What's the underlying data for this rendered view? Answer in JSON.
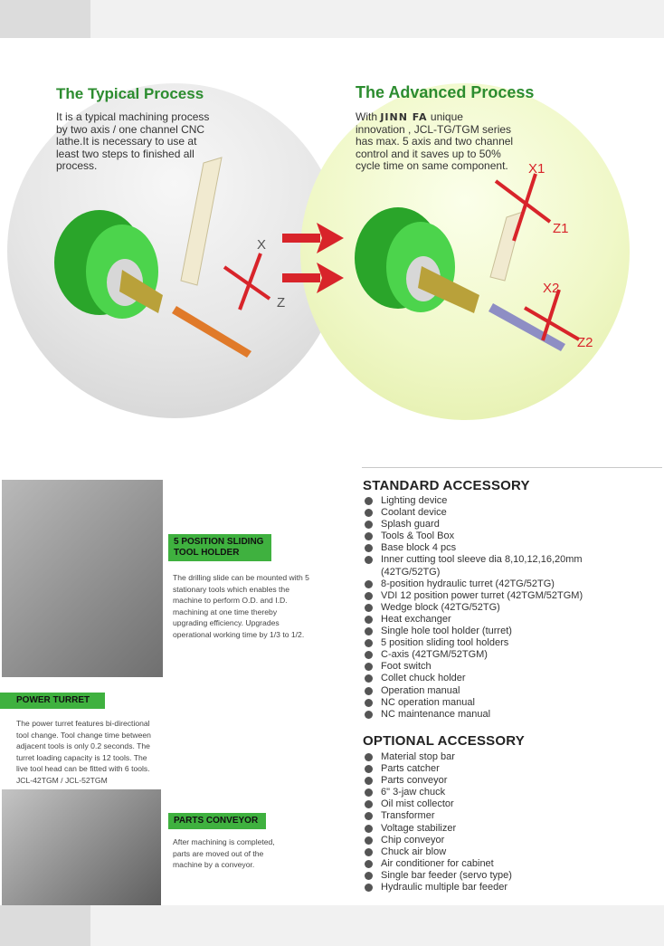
{
  "typical": {
    "title": "The Typical Process",
    "text": "It is a typical machining process by two axis / one channel CNC lathe.It is necessary to use at least two steps to finished all process.",
    "axis_x": "X",
    "axis_z": "Z"
  },
  "advanced": {
    "title": "The Advanced Process",
    "text_prefix": "With",
    "brand": "JINN FA",
    "text_suffix": "unique innovation , JCL-TG/TGM series has max. 5 axis and two channel control and it saves up to 50% cycle time on same component.",
    "axis_x1": "X1",
    "axis_z1": "Z1",
    "axis_x2": "X2",
    "axis_z2": "Z2"
  },
  "features": {
    "sliding": {
      "title_line1": "5 POSITION SLIDING",
      "title_line2": "TOOL HOLDER",
      "text": "The drilling slide can be mounted with 5 stationary tools which enables the machine to perform O.D. and I.D. machining at one time thereby upgrading efficiency. Upgrades operational working time by 1/3 to 1/2."
    },
    "turret": {
      "title": "POWER TURRET",
      "text": "The power turret features bi-directional tool change. Tool change time between adjacent tools is only 0.2 seconds. The turret loading capacity is 12 tools. The live tool head can be fitted with 6 tools. JCL-42TGM / JCL-52TGM"
    },
    "conveyor": {
      "title": "PARTS CONVEYOR",
      "text": "After machining is completed, parts are moved out of the machine by a conveyor."
    }
  },
  "standard": {
    "title": "STANDARD ACCESSORY",
    "items": [
      "Lighting device",
      "Coolant device",
      "Splash guard",
      "Tools & Tool Box",
      "Base block 4 pcs",
      "Inner cutting tool sleeve  dia 8,10,12,16,20mm",
      "8-position hydraulic turret (42TG/52TG)",
      "VDI 12 position power turret (42TGM/52TGM)",
      "Wedge block (42TG/52TG)",
      "Heat exchanger",
      "Single hole tool holder (turret)",
      "5 position sliding tool holders",
      "C-axis (42TGM/52TGM)",
      "Foot switch",
      "Collet chuck holder",
      "Operation manual",
      "NC operation manual",
      "NC maintenance manual"
    ],
    "item5_cont": "(42TG/52TG)"
  },
  "optional": {
    "title": "OPTIONAL ACCESSORY",
    "items": [
      "Material stop bar",
      "Parts catcher",
      "Parts conveyor",
      "6\" 3-jaw chuck",
      "Oil mist collector",
      "Transformer",
      "Voltage stabilizer",
      "Chip conveyor",
      "Chuck air blow",
      "Air conditioner for cabinet",
      "Single bar feeder (servo type)",
      "Hydraulic multiple bar feeder"
    ]
  },
  "colors": {
    "green": "#3fb13f",
    "heading_green": "#2c8c2f",
    "arrow_red": "#d8242a"
  }
}
